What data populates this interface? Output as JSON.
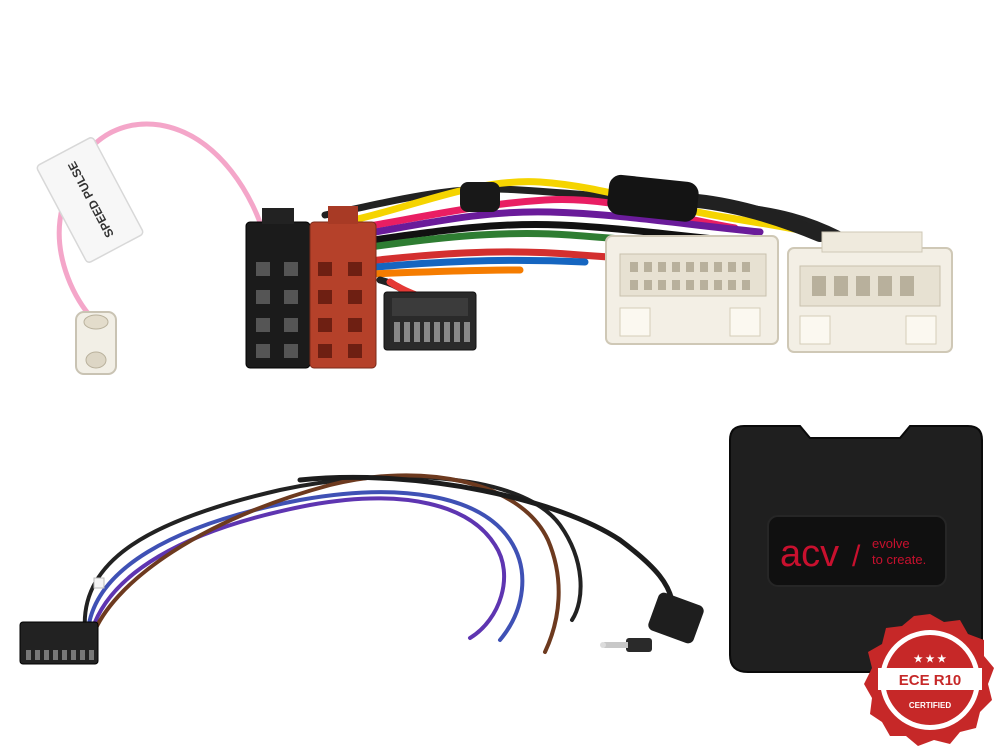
{
  "product": {
    "speed_tag_label": "SPEED PULSE",
    "brand": {
      "logo_text": "acv",
      "slash": "/",
      "tagline_line1": "evolve",
      "tagline_line2": "to create.",
      "accent_color": "#c8102e"
    },
    "badge": {
      "title": "ECE R10",
      "subtitle": "CERTIFIED",
      "stars": "★ ★ ★",
      "color": "#c62828"
    }
  }
}
